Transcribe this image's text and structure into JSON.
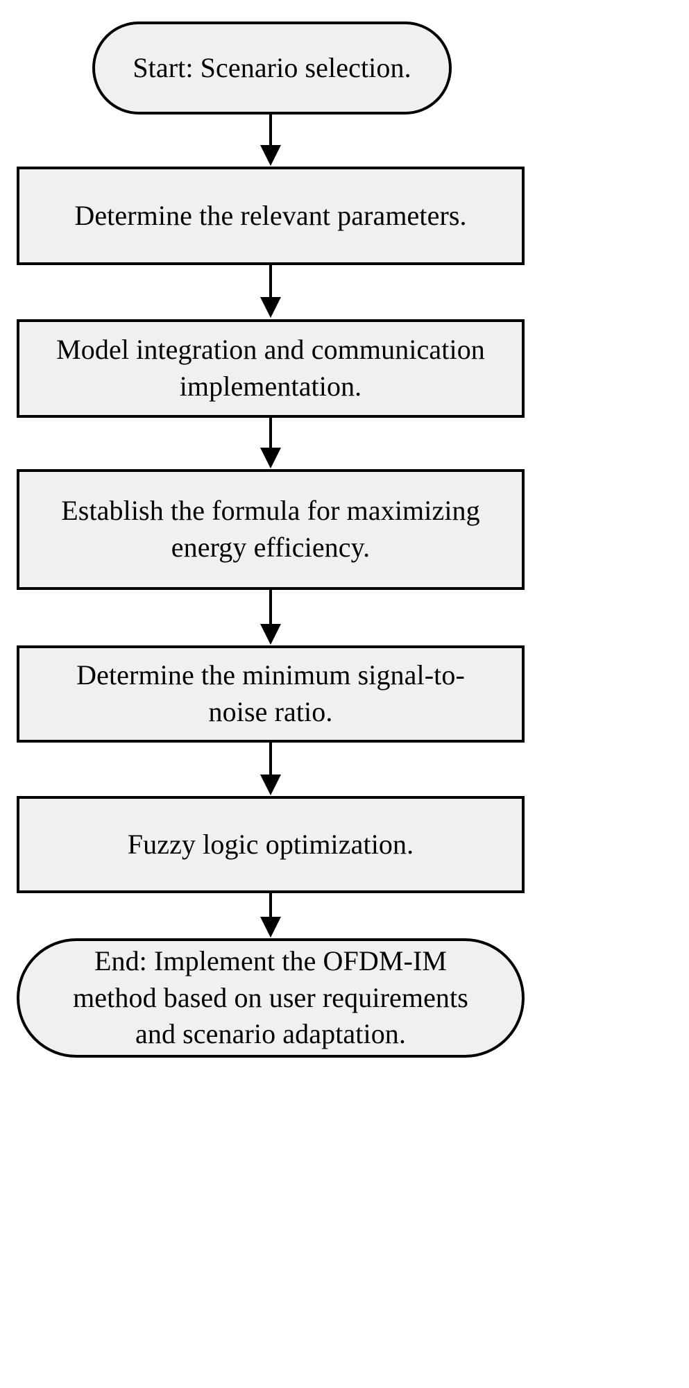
{
  "diagram": {
    "type": "flowchart",
    "orientation": "top-to-bottom",
    "background_color": "#ffffff",
    "node_fill_color": "#f0f0f0",
    "node_border_color": "#000000",
    "text_color": "#000000",
    "nodes": [
      {
        "id": "start",
        "shape": "terminator",
        "text": "Start: Scenario selection."
      },
      {
        "id": "step1",
        "shape": "process",
        "text": "Determine the relevant parameters."
      },
      {
        "id": "step2",
        "shape": "process",
        "text": "Model integration and communication\nimplementation."
      },
      {
        "id": "step3",
        "shape": "process",
        "text": "Establish the formula for maximizing\nenergy efficiency."
      },
      {
        "id": "step4",
        "shape": "process",
        "text": "Determine the minimum signal-to-\nnoise ratio."
      },
      {
        "id": "step5",
        "shape": "process",
        "text": "Fuzzy logic optimization."
      },
      {
        "id": "end",
        "shape": "terminator",
        "text": "End: Implement the OFDM-IM\nmethod based on user requirements\nand scenario adaptation."
      }
    ],
    "edges": [
      {
        "from": "start",
        "to": "step1",
        "style": "solid-arrow"
      },
      {
        "from": "step1",
        "to": "step2",
        "style": "solid-arrow"
      },
      {
        "from": "step2",
        "to": "step3",
        "style": "solid-arrow"
      },
      {
        "from": "step3",
        "to": "step4",
        "style": "solid-arrow"
      },
      {
        "from": "step4",
        "to": "step5",
        "style": "solid-arrow"
      },
      {
        "from": "step5",
        "to": "end",
        "style": "solid-arrow"
      }
    ]
  }
}
